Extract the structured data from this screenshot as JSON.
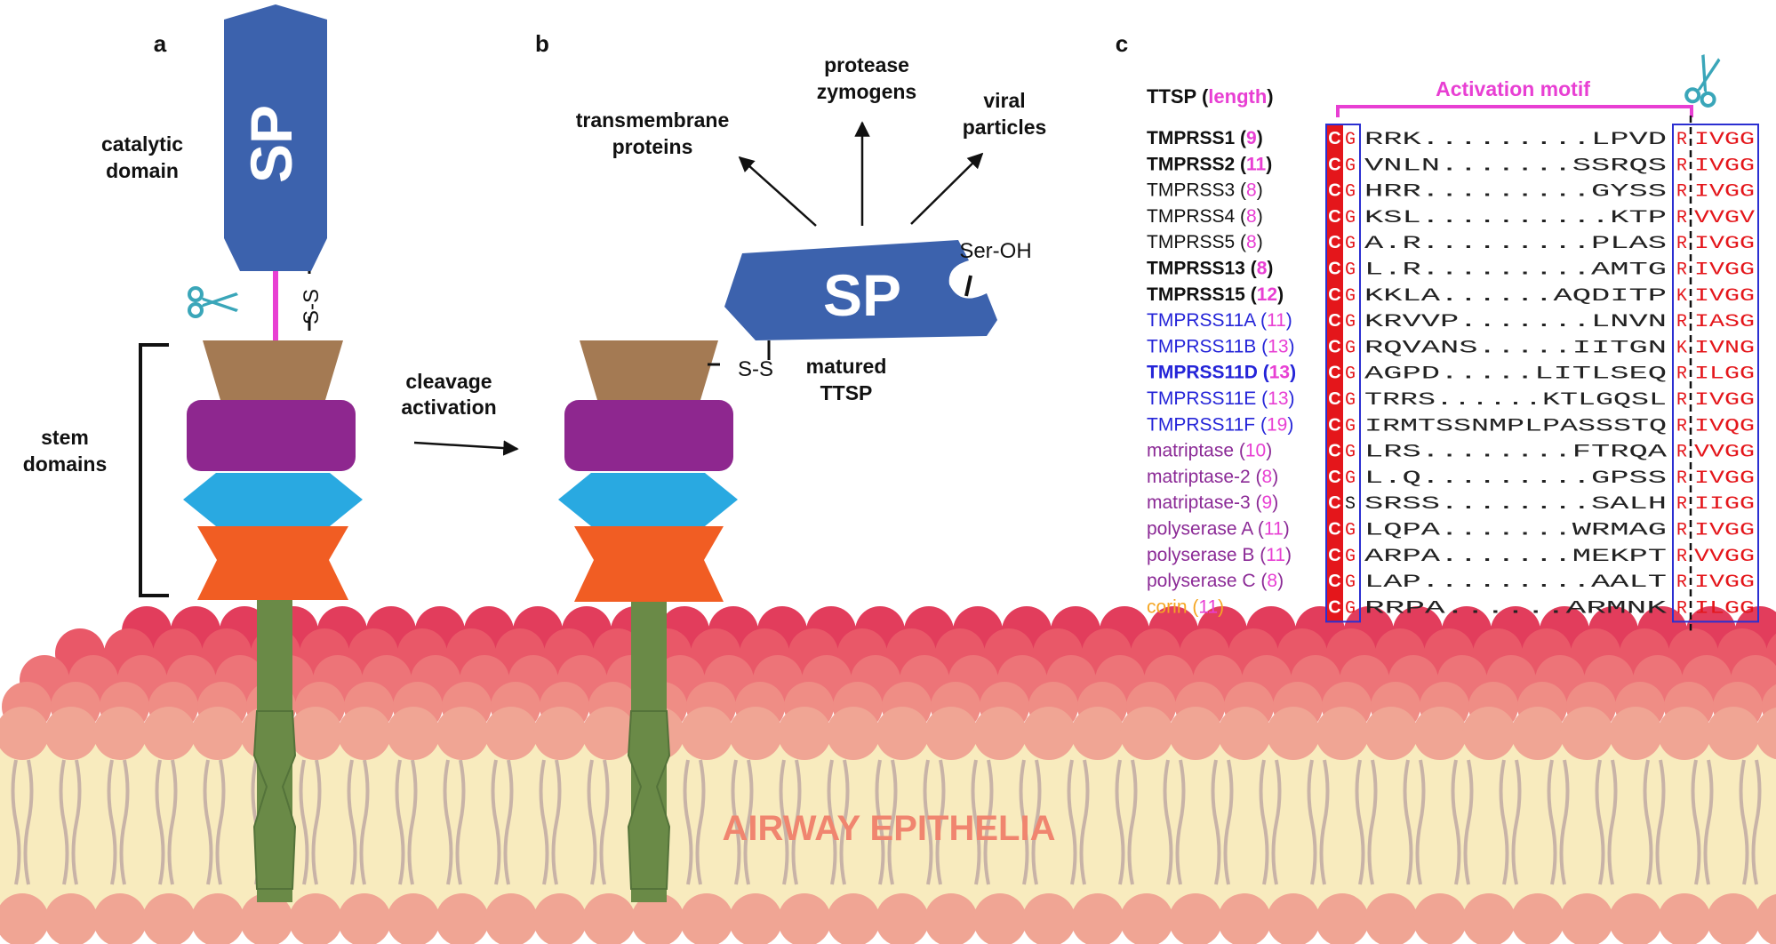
{
  "panels": {
    "a": "a",
    "b": "b",
    "c": "c"
  },
  "colors": {
    "sp": "#3c62ad",
    "pink": "#e83fd3",
    "brown": "#a47a53",
    "purple": "#8e278f",
    "cyan": "#29a9e1",
    "orange": "#f15d23",
    "stalk": "#6a8a47",
    "red_box": "#e4161b",
    "motif_box": "#2b2fd1",
    "residue_red": "#e4161b",
    "lipid_head": "#f0a594",
    "lipid_head_top": "#e23d5c",
    "bilayer": "#f8ebbe",
    "label_blue": "#2424d8",
    "label_purple": "#8b2a96",
    "label_orange": "#f5a623",
    "length_magenta": "#e83fd3",
    "epithelia_text": "#f0856f"
  },
  "icons": [
    "scissors-icon"
  ],
  "panel_a": {
    "sp_label": "SP",
    "catalytic": [
      "catalytic",
      "domain"
    ],
    "disulfide": "S-S",
    "stem": [
      "stem",
      "domains"
    ]
  },
  "middle": {
    "cleavage": [
      "cleavage",
      "activation"
    ]
  },
  "panel_b": {
    "sp_label": "SP",
    "ser_oh": "Ser-OH",
    "disulfide": "S-S",
    "matured": [
      "matured",
      "TTSP"
    ],
    "targets": {
      "transmembrane": [
        "transmembrane",
        "proteins"
      ],
      "protease": [
        "protease",
        "zymogens"
      ],
      "viral": [
        "viral",
        "particles"
      ]
    }
  },
  "membrane": {
    "label": "AIRWAY EPITHELIA"
  },
  "panel_c": {
    "header_ttsp": "TTSP",
    "header_length": "length",
    "motif_title": "Activation motif",
    "rows": [
      {
        "name": "TMPRSS1",
        "len": "9",
        "seq": "RRK.........LPVD",
        "tail": "IVGG",
        "bold": true,
        "color": "#111111"
      },
      {
        "name": "TMPRSS2",
        "len": "11",
        "seq": "VNLN.......SSRQS",
        "tail": "IVGG",
        "bold": true,
        "color": "#111111"
      },
      {
        "name": "TMPRSS3",
        "len": "8",
        "seq": "HRR.........GYSS",
        "tail": "IVGG",
        "bold": false,
        "color": "#111111"
      },
      {
        "name": "TMPRSS4",
        "len": "8",
        "seq": "KSL..........KTP",
        "tail": "VVGV",
        "bold": false,
        "color": "#111111"
      },
      {
        "name": "TMPRSS5",
        "len": "8",
        "seq": "A.R.........PLAS",
        "tail": "IVGG",
        "bold": false,
        "color": "#111111"
      },
      {
        "name": "TMPRSS13",
        "len": "8",
        "seq": "L.R.........AMTG",
        "tail": "IVGG",
        "bold": true,
        "color": "#111111"
      },
      {
        "name": "TMPRSS15",
        "len": "12",
        "seq": "KKLA......AQDITP",
        "tail": "IVGG",
        "bold": true,
        "color": "#111111"
      },
      {
        "name": "TMPRSS11A",
        "len": "11",
        "seq": "KRVVP.......LNVN",
        "tail": "IASG",
        "bold": false,
        "color": "#2424d8"
      },
      {
        "name": "TMPRSS11B",
        "len": "13",
        "seq": "RQVANS.....IITGN",
        "tail": "IVNG",
        "bold": false,
        "color": "#2424d8"
      },
      {
        "name": "TMPRSS11D",
        "len": "13",
        "seq": "AGPD.....LITLSEQ",
        "tail": "ILGG",
        "bold": true,
        "color": "#2424d8"
      },
      {
        "name": "TMPRSS11E",
        "len": "13",
        "seq": "TRRS......KTLGQSL",
        "tail": "IVGG",
        "bold": false,
        "color": "#2424d8"
      },
      {
        "name": "TMPRSS11F",
        "len": "19",
        "seq": "IRMTSSNMPLPASSSTQ",
        "tail": "IVQG",
        "bold": false,
        "color": "#2424d8"
      },
      {
        "name": "matriptase",
        "len": "10",
        "seq": "LRS........FTRQA",
        "tail": "VVGG",
        "bold": false,
        "color": "#8b2a96"
      },
      {
        "name": "matriptase-2",
        "len": "8",
        "seq": "L.Q.........GPSS",
        "tail": "IVGG",
        "bold": false,
        "color": "#8b2a96"
      },
      {
        "name": "matriptase-3",
        "len": "9",
        "seq": "SRSS........SALH",
        "tail": "IIGG",
        "bold": false,
        "color": "#8b2a96"
      },
      {
        "name": "polyserase A",
        "len": "11",
        "seq": "LQPA.......WRMAG",
        "tail": "IVGG",
        "bold": false,
        "color": "#8b2a96"
      },
      {
        "name": "polyserase B",
        "len": "11",
        "seq": "ARPA.......MEKPT",
        "tail": "VVGG",
        "bold": false,
        "color": "#8b2a96"
      },
      {
        "name": "polyserase C",
        "len": "8",
        "seq": "LAP.........AALT",
        "tail": "IVGG",
        "bold": false,
        "color": "#8b2a96"
      },
      {
        "name": "corin",
        "len": "11",
        "seq": "RRPA......ARMNK",
        "tail": "ILGG",
        "bold": false,
        "color": "#f5a623"
      }
    ],
    "row_c": "C",
    "row_g": "G",
    "row_s": "S",
    "row_r": "R",
    "row_k": "K"
  }
}
